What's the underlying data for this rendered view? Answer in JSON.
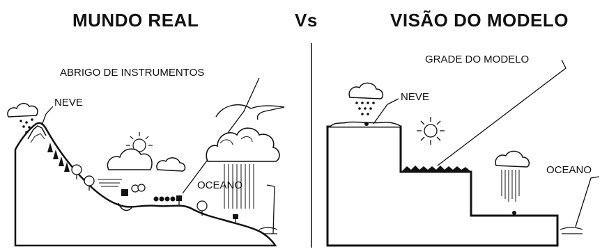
{
  "titles": {
    "left": "MUNDO REAL",
    "middle": "Vs",
    "right": "VISÃO DO MODELO"
  },
  "real_world_labels": {
    "snow": "NEVE",
    "instrument_shelter": "ABRIGO DE INSTRUMENTOS",
    "ocean": "OCEANO"
  },
  "model_labels": {
    "grid": "GRADE DO MODELO",
    "snow": "NEVE",
    "ocean": "OCEANO"
  },
  "colors": {
    "ink": "#111111",
    "background": "#ffffff"
  }
}
